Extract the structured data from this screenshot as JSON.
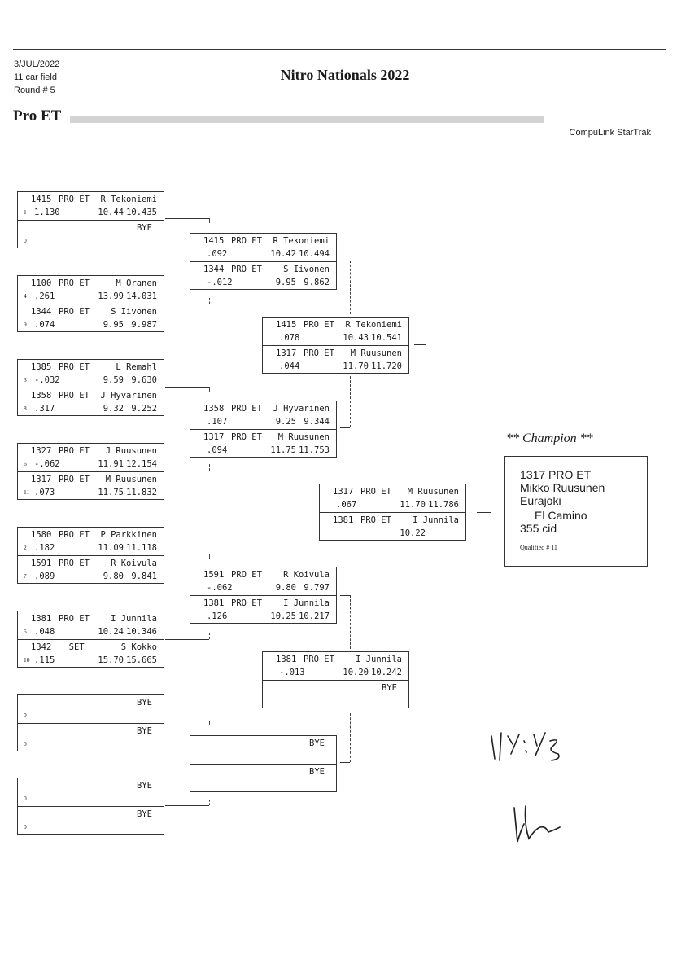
{
  "header": {
    "date": "3/JUL/2022",
    "field": "11 car field",
    "round": "Round # 5",
    "title": "Nitro Nationals 2022",
    "class_title": "Pro ET",
    "software": "CompuLink StarTrak"
  },
  "bracket": {
    "round1": [
      [
        {
          "num": "1415",
          "cls": "PRO ET",
          "driver": "R Tekoniemi",
          "seed": "1",
          "rt": "1.130",
          "et": "10.44",
          "speed": "10.435"
        },
        {
          "bye": "BYE",
          "seed": "0"
        }
      ],
      [
        {
          "num": "1100",
          "cls": "PRO ET",
          "driver": "M Oranen",
          "seed": "4",
          "rt": ".261",
          "et": "13.99",
          "speed": "14.031"
        },
        {
          "num": "1344",
          "cls": "PRO ET",
          "driver": "S Iivonen",
          "seed": "9",
          "rt": ".074",
          "et": "9.95",
          "speed": "9.987"
        }
      ],
      [
        {
          "num": "1385",
          "cls": "PRO ET",
          "driver": "L Remahl",
          "seed": "3",
          "rt": "-.032",
          "et": "9.59",
          "speed": "9.630"
        },
        {
          "num": "1358",
          "cls": "PRO ET",
          "driver": "J Hyvarinen",
          "seed": "8",
          "rt": ".317",
          "et": "9.32",
          "speed": "9.252"
        }
      ],
      [
        {
          "num": "1327",
          "cls": "PRO ET",
          "driver": "J Ruusunen",
          "seed": "6",
          "rt": "-.062",
          "et": "11.91",
          "speed": "12.154"
        },
        {
          "num": "1317",
          "cls": "PRO ET",
          "driver": "M Ruusunen",
          "seed": "11",
          "rt": ".073",
          "et": "11.75",
          "speed": "11.832"
        }
      ],
      [
        {
          "num": "1580",
          "cls": "PRO ET",
          "driver": "P Parkkinen",
          "seed": "2",
          "rt": ".182",
          "et": "11.09",
          "speed": "11.118"
        },
        {
          "num": "1591",
          "cls": "PRO ET",
          "driver": "R Koivula",
          "seed": "7",
          "rt": ".089",
          "et": "9.80",
          "speed": "9.841"
        }
      ],
      [
        {
          "num": "1381",
          "cls": "PRO ET",
          "driver": "I Junnila",
          "seed": "5",
          "rt": ".048",
          "et": "10.24",
          "speed": "10.346"
        },
        {
          "num": "1342",
          "cls": "  SET",
          "driver": "S Kokko",
          "seed": "10",
          "rt": ".115",
          "et": "15.70",
          "speed": "15.665"
        }
      ],
      [
        {
          "bye": "BYE",
          "seed": "0"
        },
        {
          "bye": "BYE",
          "seed": "0"
        }
      ],
      [
        {
          "bye": "BYE",
          "seed": "0"
        },
        {
          "bye": "BYE",
          "seed": "0"
        }
      ]
    ],
    "round2": [
      [
        {
          "num": "1415",
          "cls": "PRO ET",
          "driver": "R Tekoniemi",
          "rt": ".092",
          "et": "10.42",
          "speed": "10.494"
        },
        {
          "num": "1344",
          "cls": "PRO ET",
          "driver": "S Iivonen",
          "rt": "-.012",
          "et": "9.95",
          "speed": "9.862"
        }
      ],
      [
        {
          "num": "1358",
          "cls": "PRO ET",
          "driver": "J Hyvarinen",
          "rt": ".107",
          "et": "9.25",
          "speed": "9.344"
        },
        {
          "num": "1317",
          "cls": "PRO ET",
          "driver": "M Ruusunen",
          "rt": ".094",
          "et": "11.75",
          "speed": "11.753"
        }
      ],
      [
        {
          "num": "1591",
          "cls": "PRO ET",
          "driver": "R Koivula",
          "rt": "-.062",
          "et": "9.80",
          "speed": "9.797"
        },
        {
          "num": "1381",
          "cls": "PRO ET",
          "driver": "I Junnila",
          "rt": ".126",
          "et": "10.25",
          "speed": "10.217"
        }
      ],
      [
        {
          "bye": "BYE"
        },
        {
          "bye": "BYE"
        }
      ]
    ],
    "round3": [
      [
        {
          "num": "1415",
          "cls": "PRO ET",
          "driver": "R Tekoniemi",
          "rt": ".078",
          "et": "10.43",
          "speed": "10.541"
        },
        {
          "num": "1317",
          "cls": "PRO ET",
          "driver": "M Ruusunen",
          "rt": ".044",
          "et": "11.70",
          "speed": "11.720"
        }
      ],
      [
        {
          "num": "1381",
          "cls": "PRO ET",
          "driver": "I Junnila",
          "rt": "-.013",
          "et": "10.20",
          "speed": "10.242"
        },
        {
          "bye": "BYE"
        }
      ]
    ],
    "round4": [
      [
        {
          "num": "1317",
          "cls": "PRO ET",
          "driver": "M Ruusunen",
          "rt": ".067",
          "et": "11.70",
          "speed": "11.786"
        },
        {
          "num": "1381",
          "cls": "PRO ET",
          "driver": "I Junnila",
          "rt": "",
          "et": "10.22",
          "speed": ""
        }
      ]
    ]
  },
  "champion": {
    "label": "** Champion **",
    "line1": "1317 PRO ET",
    "line2": "Mikko Ruusunen",
    "line3": "Eurajoki",
    "line4": "El Camino",
    "line5": "355 cid",
    "qualified": "Qualified # 11"
  }
}
